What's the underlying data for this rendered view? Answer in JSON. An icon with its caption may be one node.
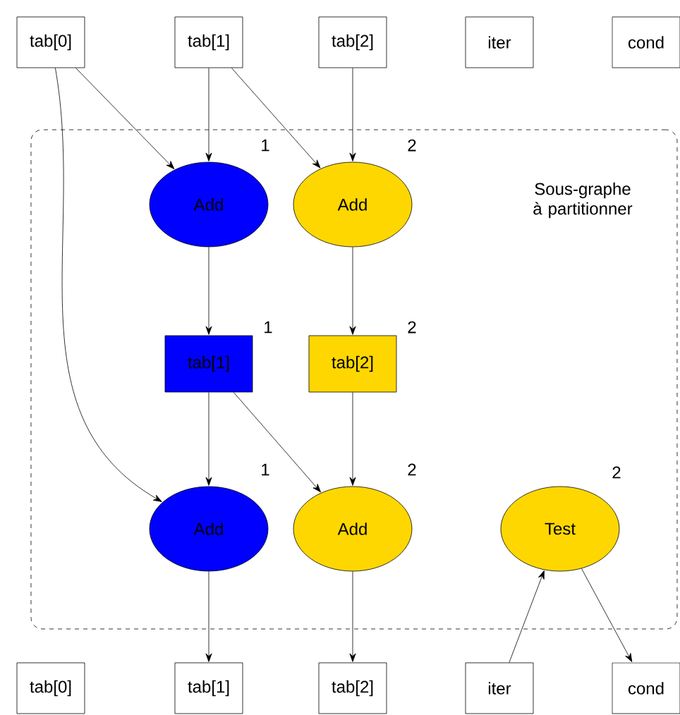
{
  "diagram": {
    "nodes": [
      {
        "text": [
          "tab[0]"
        ]
      },
      {
        "text": [
          "tab[1]"
        ]
      },
      {
        "text": [
          "tab[2]"
        ]
      },
      {
        "text": [
          "iter"
        ]
      },
      {
        "text": [
          "cond"
        ]
      },
      {
        "text": [
          "Sous-graphe à partitionner"
        ]
      },
      {
        "text": [
          "Add"
        ],
        "in": 5,
        "beside": [
          "1"
        ]
      },
      {
        "text": [
          "Add"
        ],
        "in": 5,
        "beside": [
          "2"
        ]
      },
      {
        "text": [
          "tab[1]"
        ],
        "in": 5,
        "beside": [
          "1"
        ]
      },
      {
        "text": [
          "tab[2]"
        ],
        "in": 5,
        "beside": [
          "2"
        ]
      },
      {
        "text": [
          "Add"
        ],
        "in": 5,
        "beside": [
          "1"
        ]
      },
      {
        "text": [
          "Add"
        ],
        "in": 5,
        "beside": [
          "2"
        ]
      },
      {
        "text": [
          "Test"
        ],
        "in": 5,
        "beside": [
          "2"
        ]
      },
      {
        "text": [
          "tab[0]"
        ]
      },
      {
        "text": [
          "tab[1]"
        ]
      },
      {
        "text": [
          "tab[2]"
        ]
      },
      {
        "text": [
          "iter"
        ]
      },
      {
        "text": [
          "cond"
        ]
      }
    ],
    "edges": [
      {
        "from": 0,
        "to": 6,
        "arrow": "to"
      },
      {
        "from": 0,
        "to": 10,
        "arrow": "to"
      },
      {
        "from": 1,
        "to": 6,
        "arrow": "to"
      },
      {
        "from": 1,
        "to": 7,
        "arrow": "to"
      },
      {
        "from": 2,
        "to": 7,
        "arrow": "to"
      },
      {
        "from": 6,
        "to": 8,
        "arrow": "to"
      },
      {
        "from": 7,
        "to": 9,
        "arrow": "to"
      },
      {
        "from": 8,
        "to": 10,
        "arrow": "to"
      },
      {
        "from": 8,
        "to": 11,
        "arrow": "to"
      },
      {
        "from": 9,
        "to": 11,
        "arrow": "to"
      },
      {
        "from": 10,
        "to": 14,
        "arrow": "to"
      },
      {
        "from": 11,
        "to": 15,
        "arrow": "to"
      },
      {
        "from": 16,
        "to": 12,
        "arrow": "to"
      },
      {
        "from": 12,
        "to": 17,
        "arrow": "to"
      }
    ]
  }
}
